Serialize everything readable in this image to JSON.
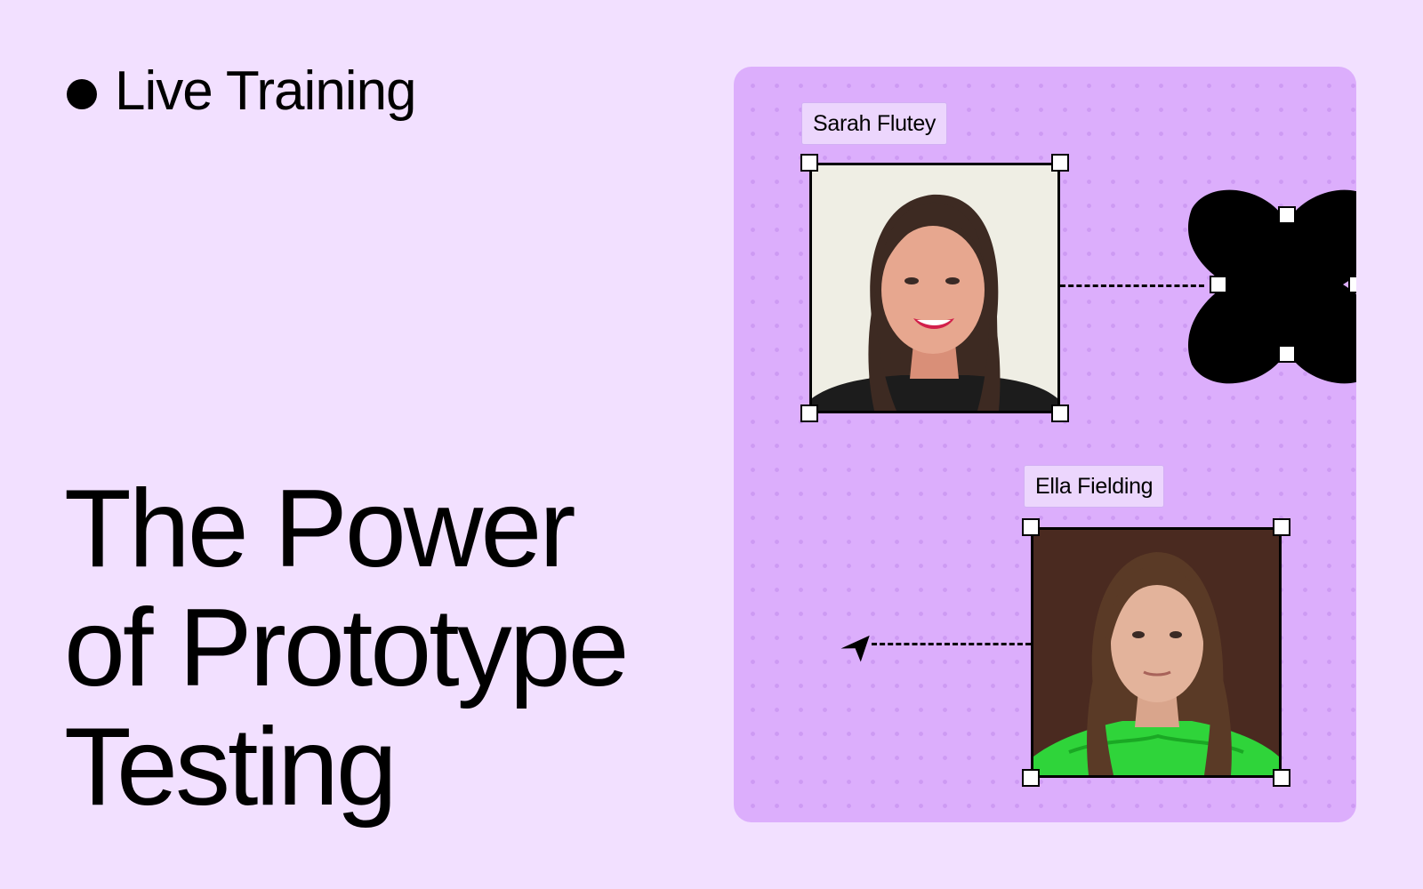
{
  "header": {
    "badge_label": "Live Training"
  },
  "title": {
    "line1": "The Power",
    "line2": "of Prototype",
    "line3": "Testing"
  },
  "speakers": [
    {
      "name": "Sarah Flutey"
    },
    {
      "name": "Ella Fielding"
    }
  ],
  "colors": {
    "page_background": "#f2e0ff",
    "canvas_background": "#dcaefc",
    "text": "#000000"
  },
  "icons": {
    "live_indicator": "live-dot-icon",
    "cursor": "cursor-arrow-icon",
    "shape": "four-petal-shape"
  }
}
